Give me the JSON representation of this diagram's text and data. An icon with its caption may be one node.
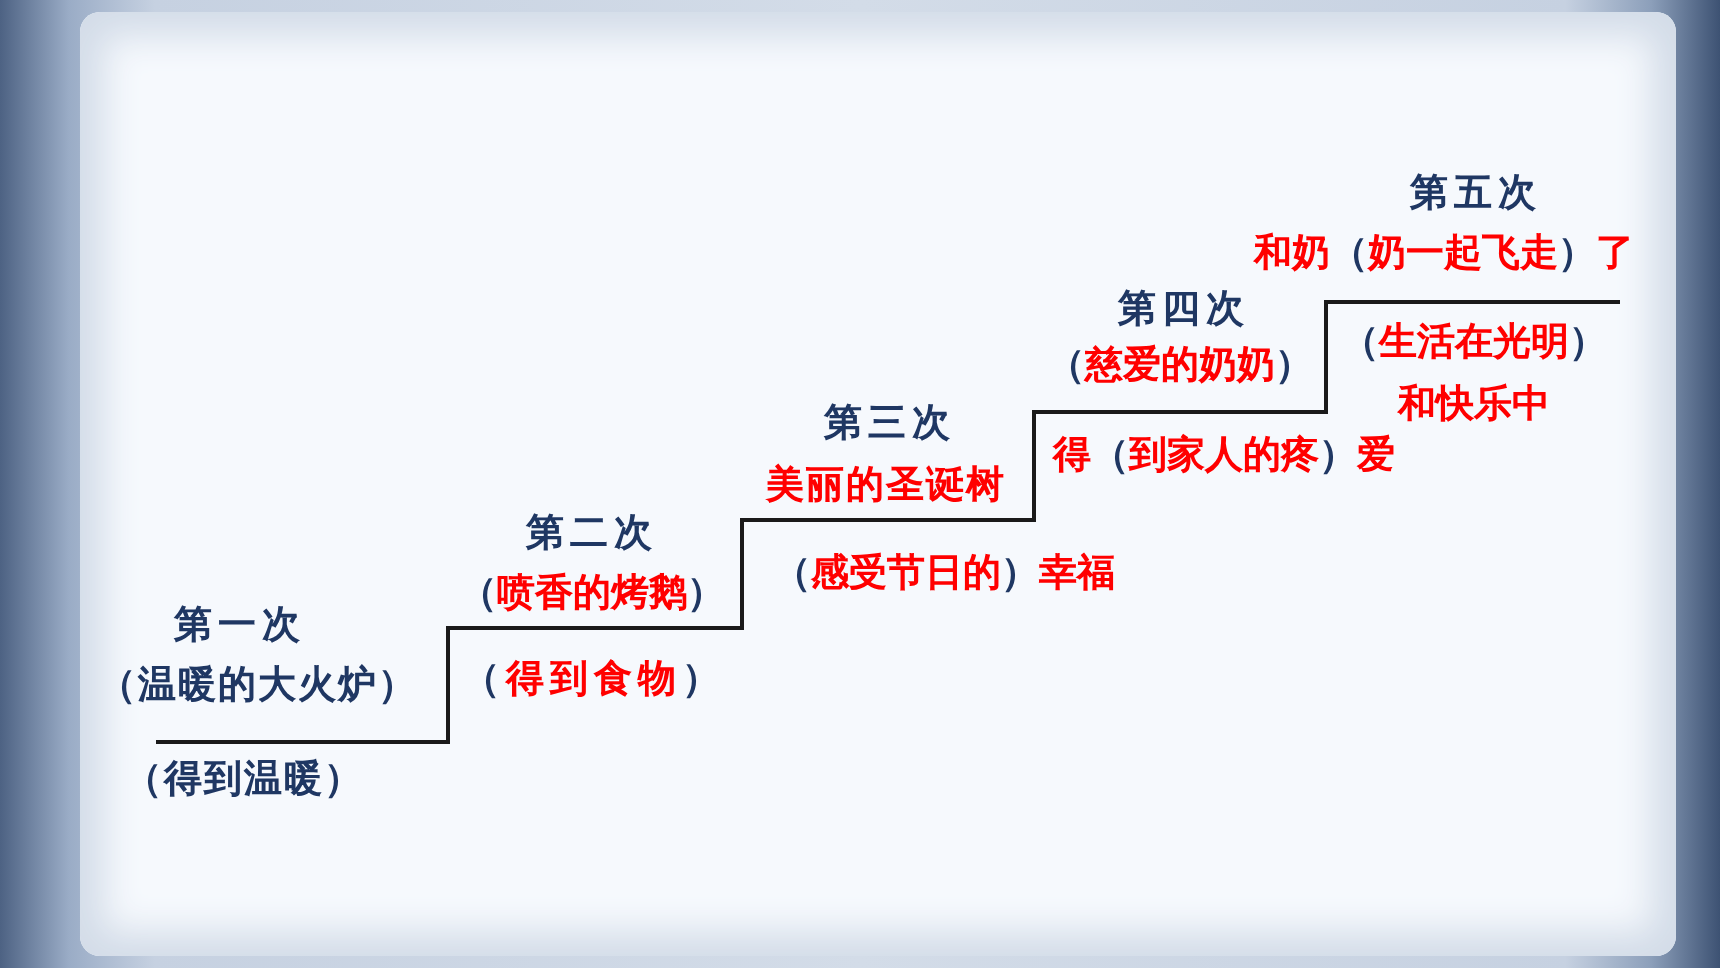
{
  "diagram": {
    "labels": [
      "第一次",
      "（温暖的大火炉）",
      "（得到温暖）",
      "第二次",
      "（喷香的烤鹅）",
      "（得到食物）",
      "第三次",
      "美丽的圣诞树",
      "（感受节日的）幸福",
      "第四次",
      "（慈爱的奶奶）",
      "得（到家人的疼）爱",
      "第五次",
      "和奶（奶一起飞走）了",
      "（生活在光明）和快乐中"
    ]
  }
}
